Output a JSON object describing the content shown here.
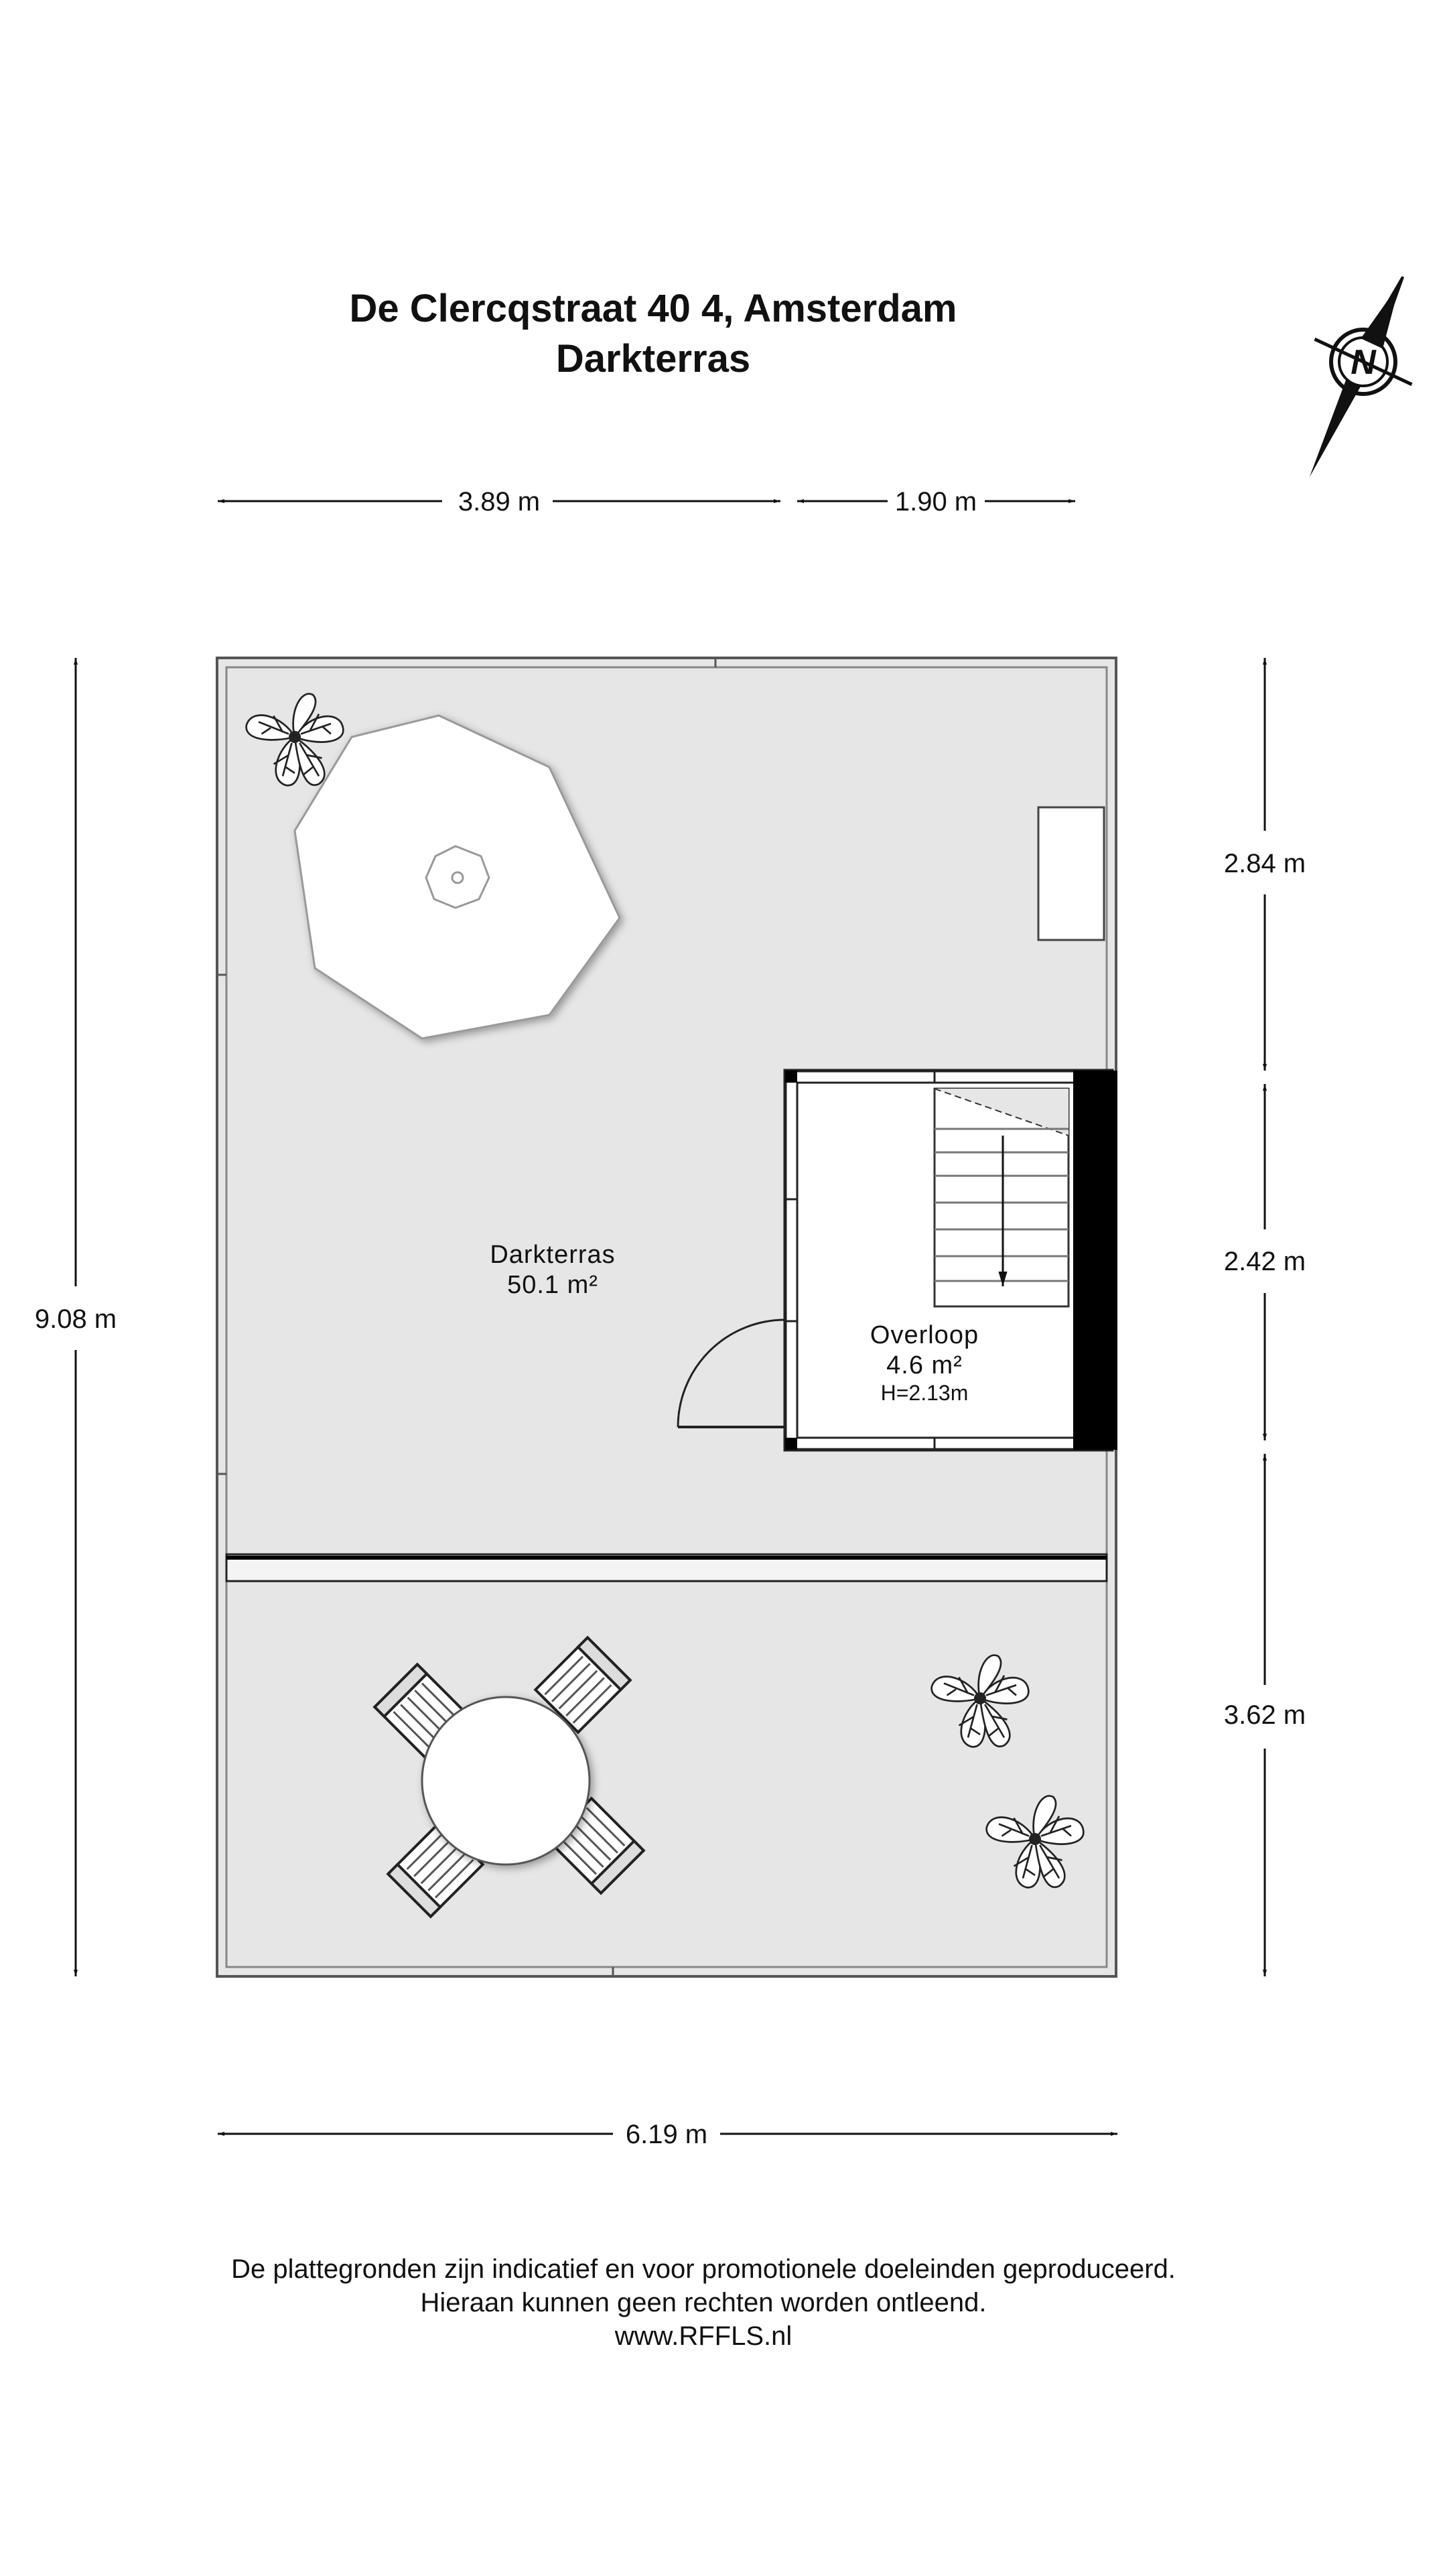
{
  "header": {
    "title_line1": "De Clercqstraat 40 4, Amsterdam",
    "title_line2": "Darkterras"
  },
  "compass": {
    "label": "N",
    "icon": "compass-north-icon"
  },
  "dimensions": {
    "top_left": "3.89 m",
    "top_right": "1.90 m",
    "left_total": "9.08 m",
    "right_upper": "2.84 m",
    "right_middle": "2.42 m",
    "right_lower": "3.62 m",
    "bottom_total": "6.19 m"
  },
  "rooms": {
    "terrace": {
      "name": "Darkterras",
      "area": "50.1 m²"
    },
    "landing": {
      "name": "Overloop",
      "area": "4.6 m²",
      "height": "H=2.13m"
    }
  },
  "footer": {
    "line1": "De plattegronden zijn indicatief en voor promotionele doeleinden geproduceerd.",
    "line2": "Hieraan kunnen geen rechten worden ontleend.",
    "line3": "www.RFFLS.nl"
  },
  "colors": {
    "floor": "#e6e6e6",
    "wall": "#000000",
    "line": "#222222",
    "furniture": "#ffffff"
  }
}
